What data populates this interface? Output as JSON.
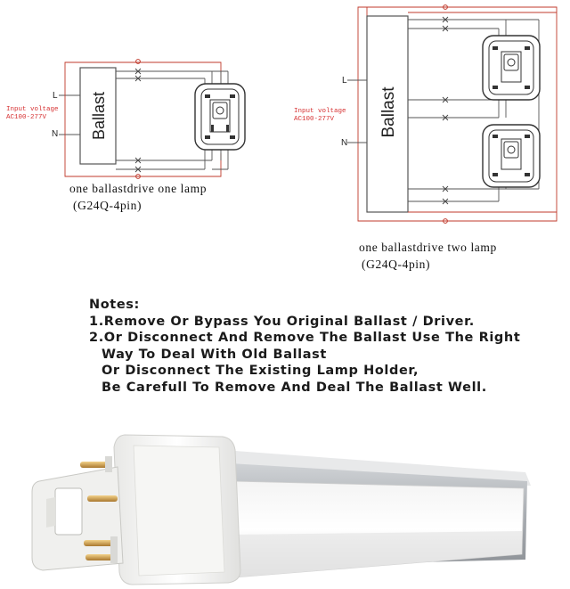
{
  "diagram_left": {
    "ballast_label": "Ballast",
    "input_label_1": "Input voltage",
    "input_label_2": "AC100-277V",
    "line_label": "L",
    "neutral_label": "N",
    "caption_1": "one ballastdrive one lamp",
    "caption_2": "(G24Q-4pin)"
  },
  "diagram_right": {
    "ballast_label": "Ballast",
    "input_label_1": "Input voltage",
    "input_label_2": "AC100-277V",
    "line_label": "L",
    "neutral_label": "N",
    "caption_1": "one ballastdrive two lamp",
    "caption_2": "(G24Q-4pin)"
  },
  "notes": {
    "heading": "Notes:",
    "line1": "1.Remove Or Bypass You Original Ballast / Driver.",
    "line2": "2.Or Disconnect And Remove The Ballast Use The Right",
    "line3": "Way To Deal With Old Ballast",
    "line4": "Or Disconnect The Existing Lamp Holder,",
    "line5": "Be Carefull To Remove And Deal The Ballast Well."
  },
  "colors": {
    "wire_red": "#c0392b",
    "wire_gray": "#555555",
    "input_text": "#d63031"
  }
}
